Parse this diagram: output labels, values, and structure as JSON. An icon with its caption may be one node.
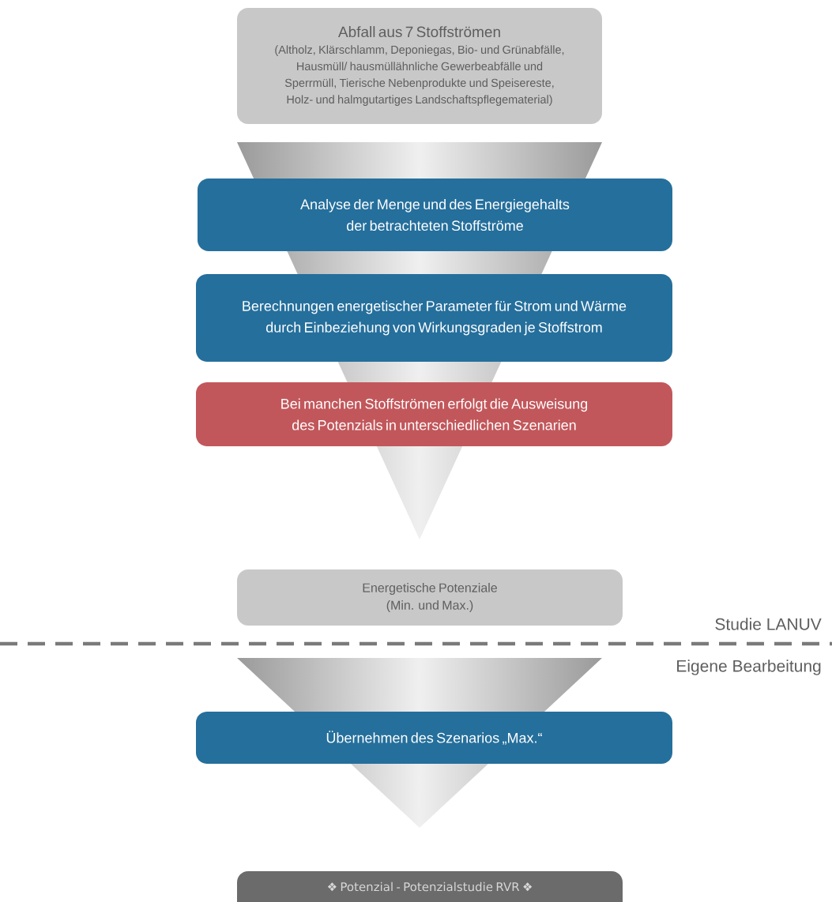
{
  "diagram": {
    "nodes": [
      {
        "text": [
          "Abfall aus 7 Stoffströmen",
          "(Altholz, Klärschlamm, Deponiegas, Bio- und Grünabfälle, Hausmüll/ hausmüllähnliche Gewerbeabfälle und Sperrmüll, Tierische Nebenprodukte und Speisereste, Holz- und halmgutartiges Landschaftspflegematerial)"
        ]
      },
      {
        "text": [
          "Analyse der Menge und des Energiegehalts der betrachteten Stoffströme"
        ]
      },
      {
        "text": [
          "Berechnungen energetischer Parameter für Strom und Wärme durch Einbeziehung von Wirkungsgraden je Stoffstrom"
        ]
      },
      {
        "text": [
          "Bei manchen Stoffströmen erfolgt die Ausweisung des Potenzials in unterschiedlichen Szenarien"
        ]
      },
      {
        "text": [
          "Energetische Potenziale (Min. und Max.)"
        ]
      },
      {
        "text": [
          "Übernehmen des Szenarios „Max.“"
        ]
      },
      {
        "text": [
          "❖ Potenzial - Potenzialstudie RVR ❖"
        ]
      }
    ],
    "labels": [
      "Studie LANUV",
      "Eigene Bearbeitung"
    ]
  }
}
